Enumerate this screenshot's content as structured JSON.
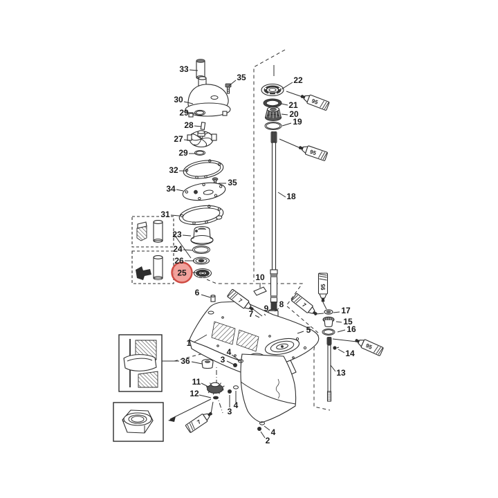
{
  "diagram": {
    "kind": "exploded-parts-diagram",
    "subject": "outboard gearcase driveshaft and water pump assembly",
    "background_color": "#ffffff",
    "line_color": "#2b2b2b"
  },
  "highlight": {
    "part_number": "25",
    "fill": "#f0928b",
    "stroke": "#cf4a42",
    "text_color": "#1a1a1a"
  },
  "parts": {
    "p33": "33",
    "p35a": "35",
    "p30": "30",
    "p29a": "29",
    "p28": "28",
    "p27": "27",
    "p29b": "29",
    "p32": "32",
    "p35b": "35",
    "p34": "34",
    "p31": "31",
    "p23": "23",
    "p24": "24",
    "p26": "26",
    "p22": "22",
    "p21": "21",
    "p20": "20",
    "p19": "19",
    "p18": "18",
    "p10": "10",
    "p6": "6",
    "p7": "7",
    "p9": "9",
    "p8": "8",
    "p5": "5",
    "p1": "1",
    "p36": "36",
    "p4a": "4",
    "p3a": "3",
    "p11": "11",
    "p12": "12",
    "p3b": "3",
    "p4b": "4",
    "p2": "2",
    "p4c": "4",
    "p17": "17",
    "p15": "15",
    "p16": "16",
    "p14": "14",
    "p13": "13"
  },
  "tubes": [
    {
      "label": "95",
      "points_to": "22"
    },
    {
      "label": "95",
      "points_to": "18"
    },
    {
      "label": "95",
      "points_to": "17"
    },
    {
      "label": "95",
      "points_to": "13"
    },
    {
      "label": "7",
      "points_to": "7"
    },
    {
      "label": "7",
      "points_to": "17"
    },
    {
      "label": "7",
      "points_to": "12"
    }
  ]
}
